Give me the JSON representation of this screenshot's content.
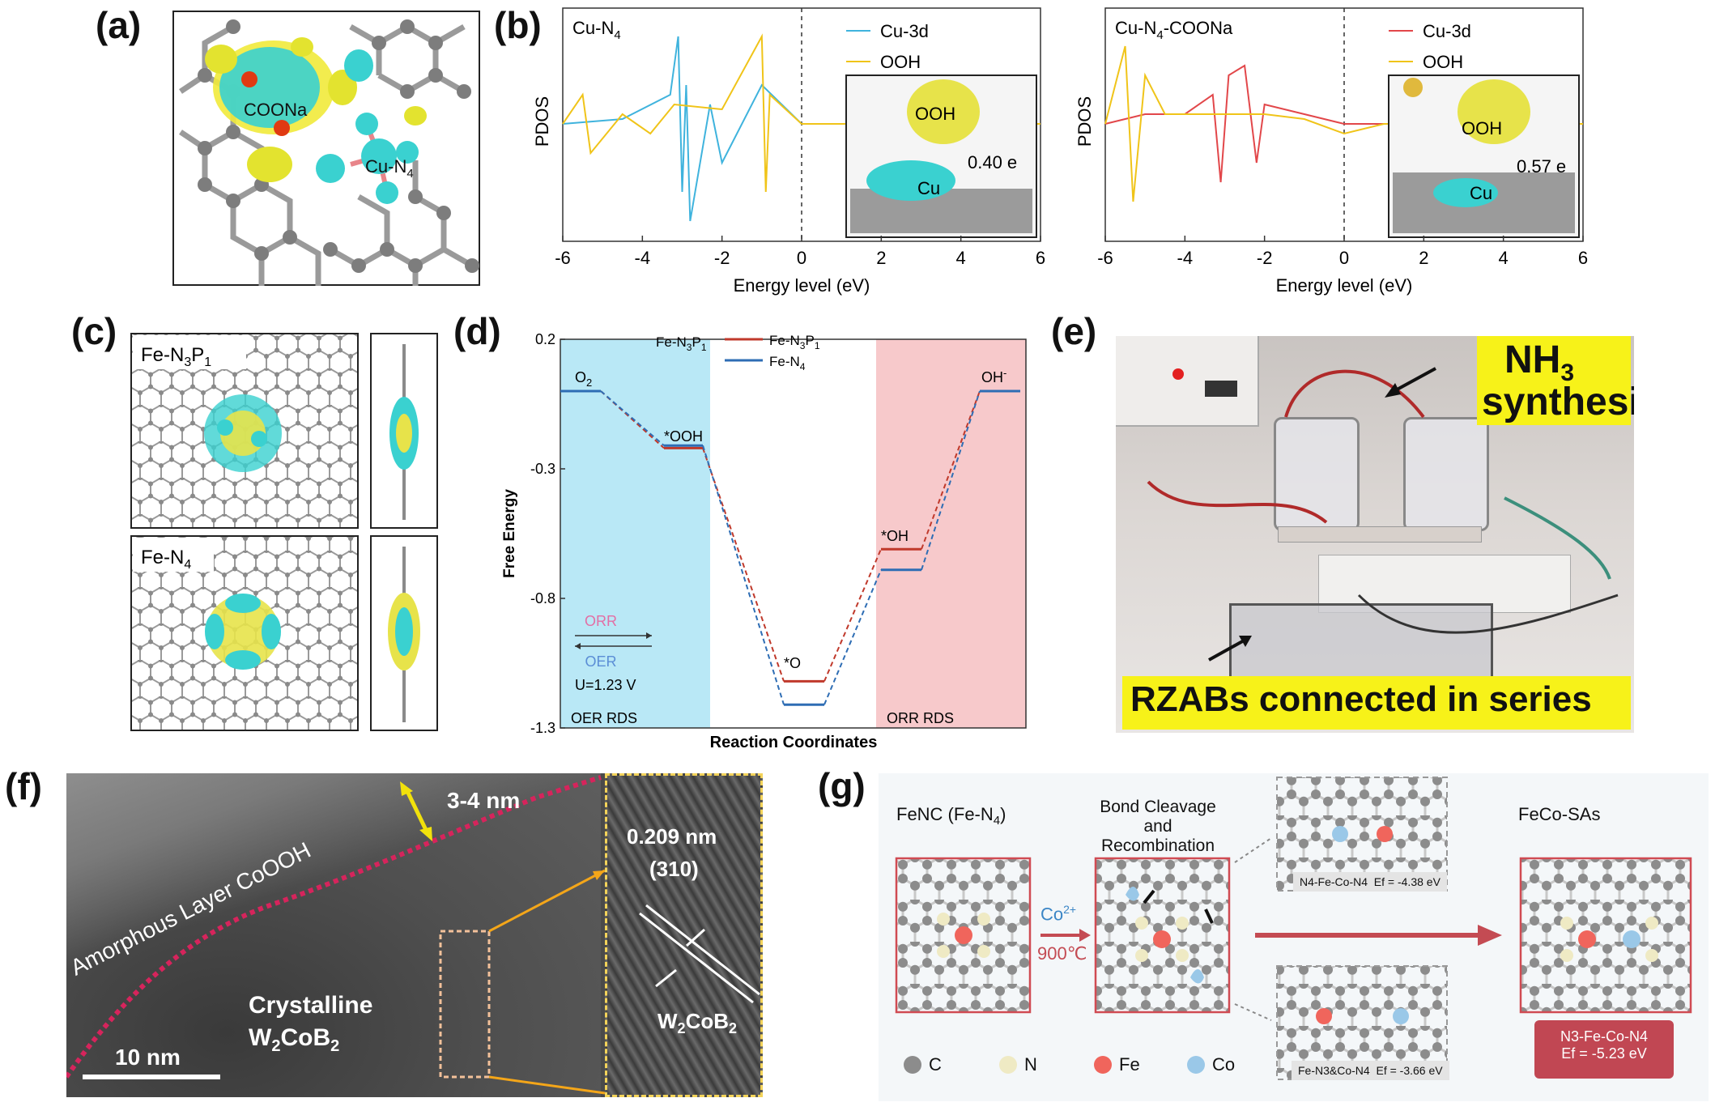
{
  "panels": {
    "a": {
      "letter": "(a)",
      "labels": {
        "coona": "COONa",
        "cun4_main": "Cu-N",
        "cun4_sub": "4"
      }
    },
    "b": {
      "letter": "(b)",
      "left": {
        "title_main": "Cu-N",
        "title_sub": "4",
        "legend": [
          "Cu-3d",
          "OOH"
        ],
        "ylabel": "PDOS",
        "xlabel": "Energy level (eV)",
        "xticks": [
          "-6",
          "-4",
          "-2",
          "0",
          "2",
          "4",
          "6"
        ],
        "inset": {
          "ooh": "OOH",
          "charge": "0.40 e",
          "cu": "Cu"
        }
      },
      "right": {
        "title_main": "Cu-N",
        "title_sub": "4",
        "title_rest": "-COONa",
        "legend": [
          "Cu-3d",
          "OOH"
        ],
        "ylabel": "PDOS",
        "xlabel": "Energy level (eV)",
        "xticks": [
          "-6",
          "-4",
          "-2",
          "0",
          "2",
          "4",
          "6"
        ],
        "inset": {
          "ooh": "OOH",
          "charge": "0.57 e",
          "cu": "Cu"
        }
      },
      "colors": {
        "cu3d_left": "#3fb3dd",
        "ooh": "#f0c419",
        "cu3d_right": "#e2474a"
      }
    },
    "c": {
      "letter": "(c)",
      "top_label": {
        "main": "Fe-N",
        "sub1": "3",
        "mid": "P",
        "sub2": "1"
      },
      "bottom_label": {
        "main": "Fe-N",
        "sub": "4"
      }
    },
    "d": {
      "letter": "(d)",
      "legend": [
        {
          "main": "Fe-N",
          "sub1": "3",
          "mid": "P",
          "sub2": "1",
          "color": "#c0392b"
        },
        {
          "main": "Fe-N",
          "sub1": "4",
          "mid": "",
          "sub2": "",
          "color": "#2e6db4"
        }
      ],
      "ylabel": "Free Energy",
      "xlabel": "Reaction Coordinates",
      "yticks": [
        "0.2",
        "-0.3",
        "-0.8",
        "-1.3"
      ],
      "states": {
        "o2": "O",
        "o2_sub": "2",
        "ooh": "*OOH",
        "o": "*O",
        "oh": "*OH",
        "ohm": "OH",
        "ohm_sup": "-"
      },
      "regions": {
        "oer": "OER RDS",
        "orr": "ORR RDS"
      },
      "arrows": {
        "orr": "ORR",
        "oer": "OER",
        "potential": "U=1.23 V"
      }
    },
    "e": {
      "letter": "(e)",
      "nh3_main": "NH",
      "nh3_sub": "3",
      "synthesis": "synthesis",
      "rzabs": "RZABs connected in series"
    },
    "f": {
      "letter": "(f)",
      "amorphous": "Amorphous Layer  CoOOH",
      "thickness": "3-4 nm",
      "crystalline": "Crystalline",
      "w2cob2_main": "W",
      "w2cob2_s1": "2",
      "w2cob2_mid": "CoB",
      "w2cob2_s2": "2",
      "scalebar": "10 nm",
      "lattice": "0.209 nm",
      "plane": "(310)"
    },
    "g": {
      "letter": "(g)",
      "fenc_main": "FeNC (Fe-N",
      "fenc_sub": "4",
      "fenc_end": ")",
      "bond1": "Bond Cleavage",
      "bond2": "and Recombination",
      "feco": "FeCo-SAs",
      "co2": "Co",
      "co2_sup": "2+",
      "temp": "900℃",
      "top_variant": {
        "label": "N4-Fe-Co-N4",
        "ef": "Ef = -4.38 eV"
      },
      "bottom_variant": {
        "label": "Fe-N3&Co-N4",
        "ef": "Ef = -3.66 eV"
      },
      "final": {
        "l1": "N3-Fe-Co-N4",
        "l2": "Ef = -5.23 eV"
      },
      "legend": [
        "C",
        "N",
        "Fe",
        "Co"
      ]
    }
  },
  "chart_data": [
    {
      "panel": "d",
      "type": "line",
      "title": "",
      "xlabel": "Reaction Coordinates",
      "ylabel": "Free Energy",
      "ylim": [
        -1.3,
        0.2
      ],
      "categories": [
        "O2",
        "*OOH",
        "*O",
        "*OH",
        "OH-"
      ],
      "series": [
        {
          "name": "Fe-N3P1",
          "values": [
            0.0,
            -0.22,
            -1.12,
            -0.61,
            0.0
          ]
        },
        {
          "name": "Fe-N4",
          "values": [
            0.0,
            -0.21,
            -1.21,
            -0.69,
            0.0
          ]
        }
      ]
    },
    {
      "panel": "b-left",
      "type": "line",
      "title": "Cu-N4",
      "xlabel": "Energy level (eV)",
      "ylabel": "PDOS",
      "xlim": [
        -6,
        6
      ],
      "series": [
        {
          "name": "Cu-3d",
          "x": [
            -6,
            -4.5,
            -3.3,
            -3.1,
            -3,
            -2.9,
            -2.8,
            -2.3,
            -2.0,
            -1.0,
            0,
            1,
            6
          ],
          "values": [
            0,
            0.05,
            0.3,
            0.9,
            -0.7,
            0.4,
            -1.0,
            0.2,
            -0.4,
            0.4,
            0,
            0,
            0
          ]
        },
        {
          "name": "OOH",
          "x": [
            -6,
            -5.5,
            -5.3,
            -4.5,
            -3.8,
            -3.2,
            -2.0,
            -1.0,
            -0.9,
            -0.8,
            0,
            1,
            6
          ],
          "values": [
            0,
            0.3,
            -0.3,
            0.1,
            -0.1,
            0.2,
            0.15,
            0.9,
            -0.7,
            0.3,
            0,
            0,
            0
          ]
        }
      ]
    },
    {
      "panel": "b-right",
      "type": "line",
      "title": "Cu-N4-COONa",
      "xlabel": "Energy level (eV)",
      "ylabel": "PDOS",
      "xlim": [
        -6,
        6
      ],
      "series": [
        {
          "name": "Cu-3d",
          "x": [
            -6,
            -5,
            -4,
            -3.3,
            -3.1,
            -2.9,
            -2.5,
            -2.2,
            -2.0,
            -1.0,
            0,
            1,
            6
          ],
          "values": [
            0,
            0.1,
            0.1,
            0.3,
            -0.6,
            0.5,
            0.6,
            -0.4,
            0.2,
            0.1,
            0,
            0,
            0
          ]
        },
        {
          "name": "OOH",
          "x": [
            -6,
            -5.5,
            -5.3,
            -5.0,
            -4.5,
            -3.0,
            -2.0,
            -1.0,
            0,
            1,
            6
          ],
          "values": [
            0,
            0.8,
            -0.8,
            0.5,
            0.1,
            0.1,
            0.1,
            0.05,
            -0.1,
            0,
            0
          ]
        }
      ]
    }
  ]
}
